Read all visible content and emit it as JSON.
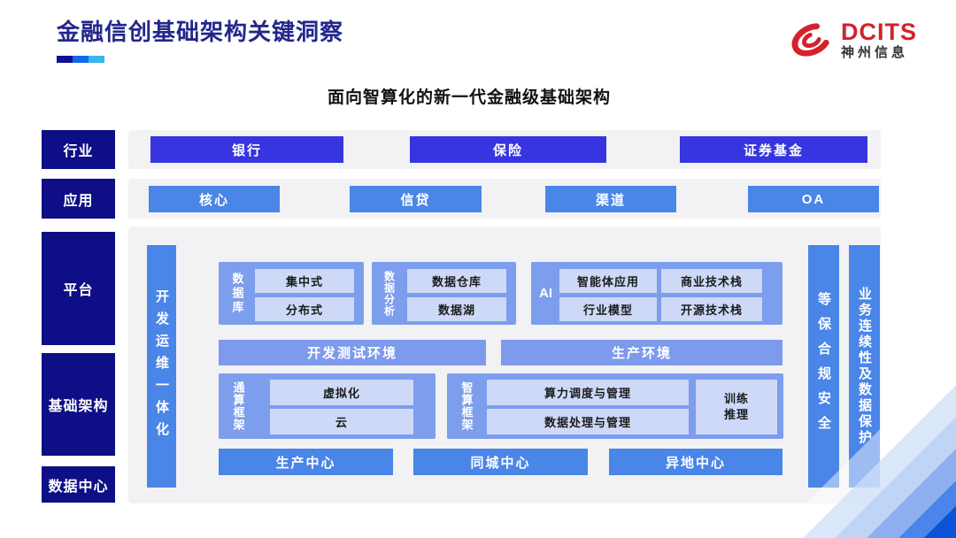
{
  "header": {
    "title": "金融信创基础架构关键洞察",
    "logo": {
      "brand": "DCITS",
      "company": "神州信息"
    }
  },
  "subtitle": "面向智算化的新一代金融级基础架构",
  "colors": {
    "navy_label": "#0e0e86",
    "strong_blue": "#3635df",
    "mid_blue": "#4a85e8",
    "frame_blue": "#7d9ded",
    "env_blue": "#7e9aec",
    "inner_light": "#cdd9f7",
    "strip_gray": "#f2f2f4",
    "brand_red": "#d4212d",
    "underline": [
      "#101092",
      "#1668e6",
      "#38b6e8"
    ]
  },
  "diagram": {
    "rows": [
      {
        "label": "行业",
        "items": [
          "银行",
          "保险",
          "证券基金"
        ]
      },
      {
        "label": "应用",
        "items": [
          "核心",
          "信贷",
          "渠道",
          "OA"
        ]
      }
    ],
    "side_labels": {
      "platform": "平台",
      "infrastructure": "基础架构",
      "datacenter": "数据中心"
    },
    "left_bar": "开发运维一体化",
    "right_bars": [
      "等保合规安全",
      "业务连续性及数据保护"
    ],
    "platform": {
      "database": {
        "label": "数据库",
        "items": [
          "集中式",
          "分布式"
        ]
      },
      "analytics": {
        "label": "数据分析",
        "items": [
          "数据仓库",
          "数据湖"
        ]
      },
      "ai": {
        "label": "AI",
        "items": [
          "智能体应用",
          "商业技术栈",
          "行业模型",
          "开源技术栈"
        ]
      },
      "environments": [
        "开发测试环境",
        "生产环境"
      ]
    },
    "infrastructure": {
      "general": {
        "label": "通算框架",
        "items": [
          "虚拟化",
          "云"
        ]
      },
      "intelligent": {
        "label": "智算框架",
        "items": [
          "算力调度与管理",
          "数据处理与管理"
        ],
        "side_item": "训练\n推理"
      }
    },
    "datacenters": [
      "生产中心",
      "同城中心",
      "异地中心"
    ]
  }
}
